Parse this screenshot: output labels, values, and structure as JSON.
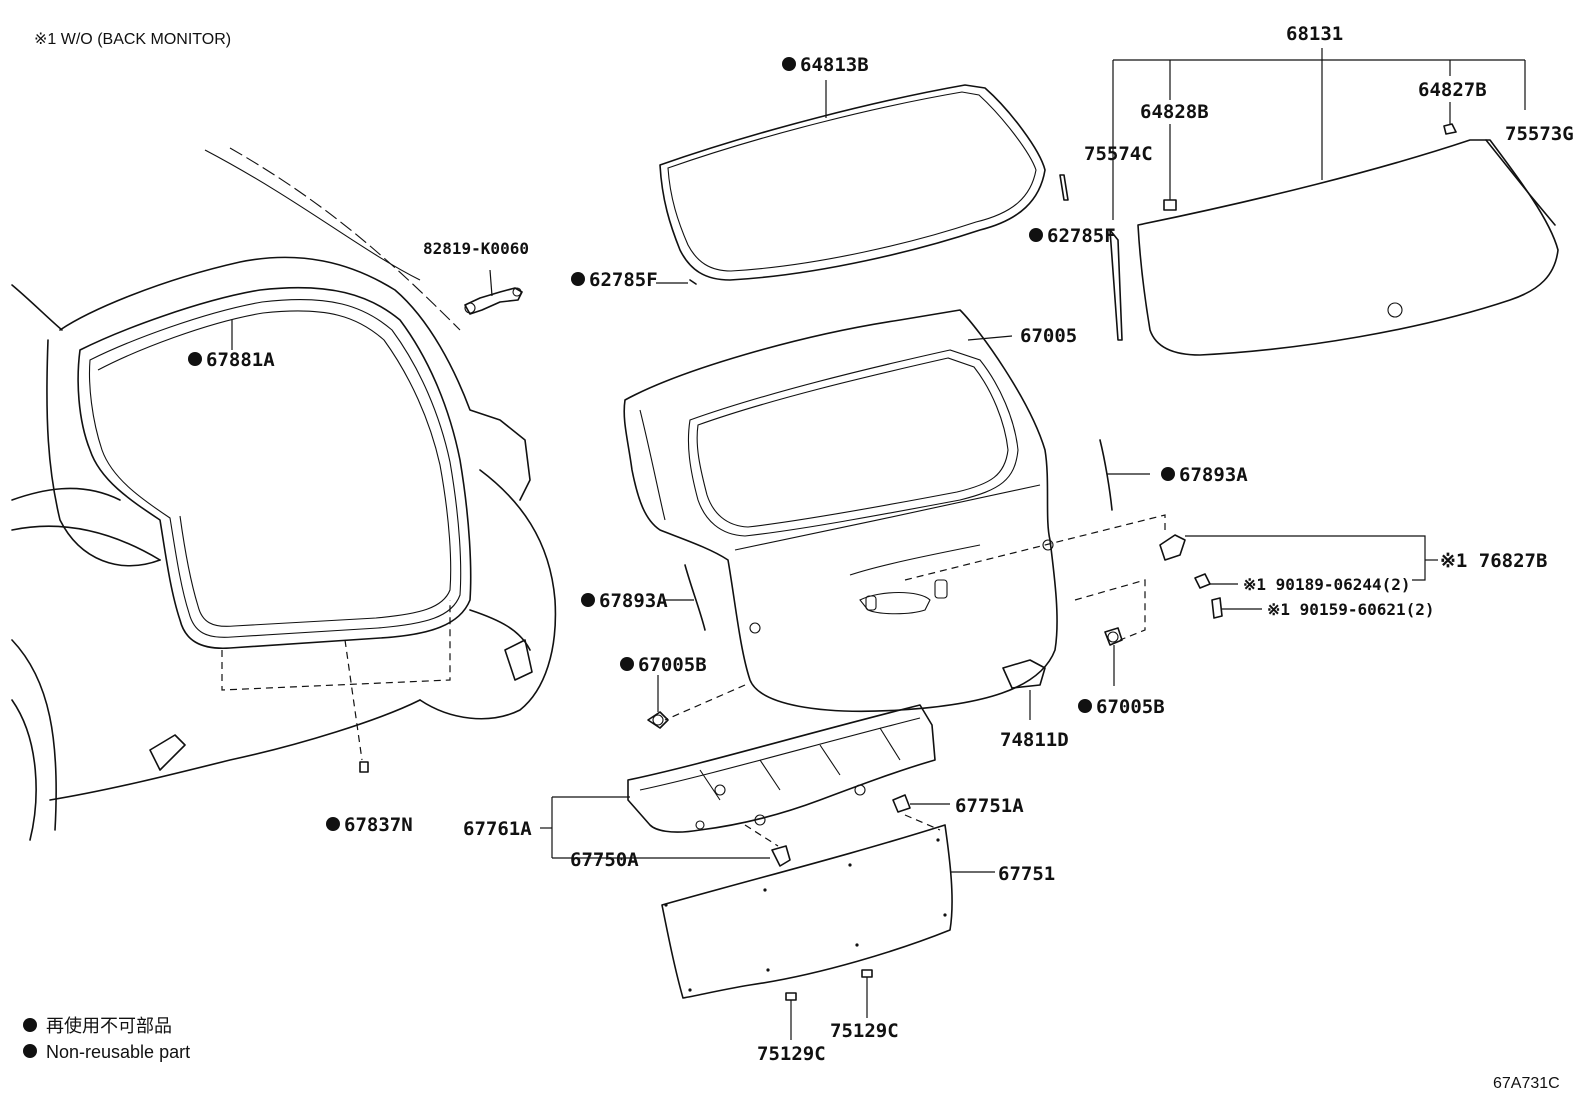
{
  "note": "※1 W/O (BACK MONITOR)",
  "legend": {
    "jp": "再使用不可部品",
    "en": "Non-reusable part"
  },
  "diagram_code": "67A731C",
  "labels": {
    "p64813B": "64813B",
    "p68131": "68131",
    "p64828B": "64828B",
    "p64827B": "64827B",
    "p75574C": "75574C",
    "p75573G": "75573G",
    "p82819": "82819-K0060",
    "p62785F_left": "62785F",
    "p62785F_right": "62785F",
    "p67881A": "67881A",
    "p67005": "67005",
    "p67893A_right": "67893A",
    "p67893A_left": "67893A",
    "p76827B": "※1 76827B",
    "p90189": "※1 90189-06244(2)",
    "p90159": "※1 90159-60621(2)",
    "p67005B_left": "67005B",
    "p67005B_right": "67005B",
    "p74811D": "74811D",
    "p67751A": "67751A",
    "p67761A": "67761A",
    "p67750A": "67750A",
    "p67751": "67751",
    "p67837N": "67837N",
    "p75129C_left": "75129C",
    "p75129C_right": "75129C"
  }
}
